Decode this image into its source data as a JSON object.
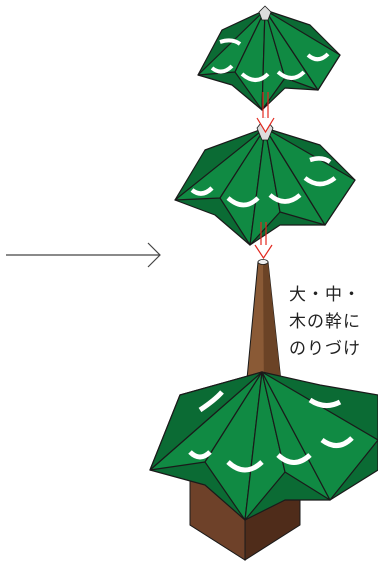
{
  "instructions": {
    "lines": [
      "大・中・",
      "木の幹に",
      "のりづけ"
    ]
  },
  "colors": {
    "leaf": "#108a43",
    "leaf_dark": "#0b6b34",
    "stripe": "#ffffff",
    "outline": "#1a1a1a",
    "trunk": "#8a5a36",
    "trunk_dark": "#6b4326",
    "pot": "#6e4129",
    "pot_dark": "#4f2c1a",
    "arrow": "#e2281f",
    "star": "#dddddd"
  }
}
